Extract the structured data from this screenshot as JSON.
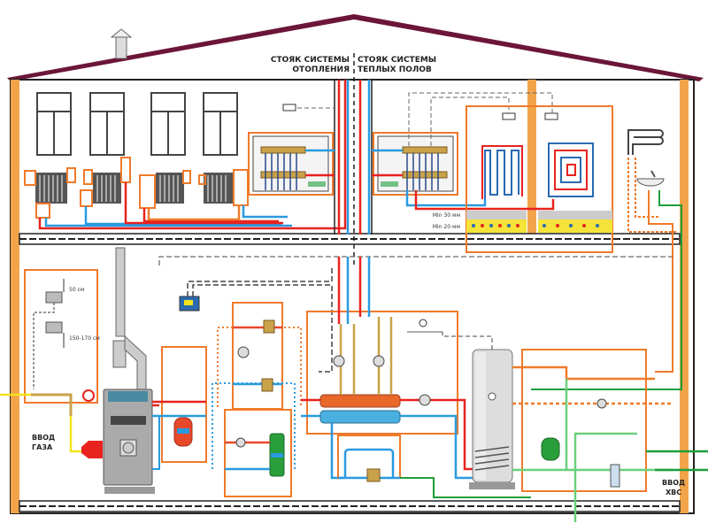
{
  "diagram": {
    "title": "Heating and water supply scheme of a house",
    "riser_heating": {
      "line1": "СТОЯК СИСТЕМЫ",
      "line2": "ОТОПЛЕНИЯ"
    },
    "riser_floor": {
      "line1": "СТОЯК СИСТЕМЫ",
      "line2": "ТЕПЛЫХ ПОЛОВ"
    },
    "gas_inlet": {
      "line1": "ВВОД",
      "line2": "ГАЗА"
    },
    "cold_water_inlet": {
      "line1": "ВВОД",
      "line2": "ХВС"
    },
    "floor_layers": {
      "top": "Min 30 мм",
      "bottom": "Min 20 мм"
    },
    "gas_detectors": {
      "upper": "50 см",
      "lower": "150-170 см"
    },
    "colors": {
      "hot_supply": "#e8231f",
      "cold_return": "#2a9ae0",
      "frame": "#f07a2a",
      "gas": "#f2e21c",
      "cold_water": "#1e9e3a",
      "roof": "#6b1638",
      "brick": "#f2a44a"
    },
    "components": [
      "radiator",
      "radiator",
      "radiator",
      "radiator",
      "heating-manifold",
      "floor-manifold",
      "floor-loop-serpentine",
      "floor-loop-spiral",
      "towel-dryer",
      "washbasin",
      "gas-boiler",
      "expansion-tank",
      "hydraulic-separator",
      "distribution-collector",
      "water-heater-tank",
      "dhw-expansion-tank",
      "water-filter"
    ]
  }
}
